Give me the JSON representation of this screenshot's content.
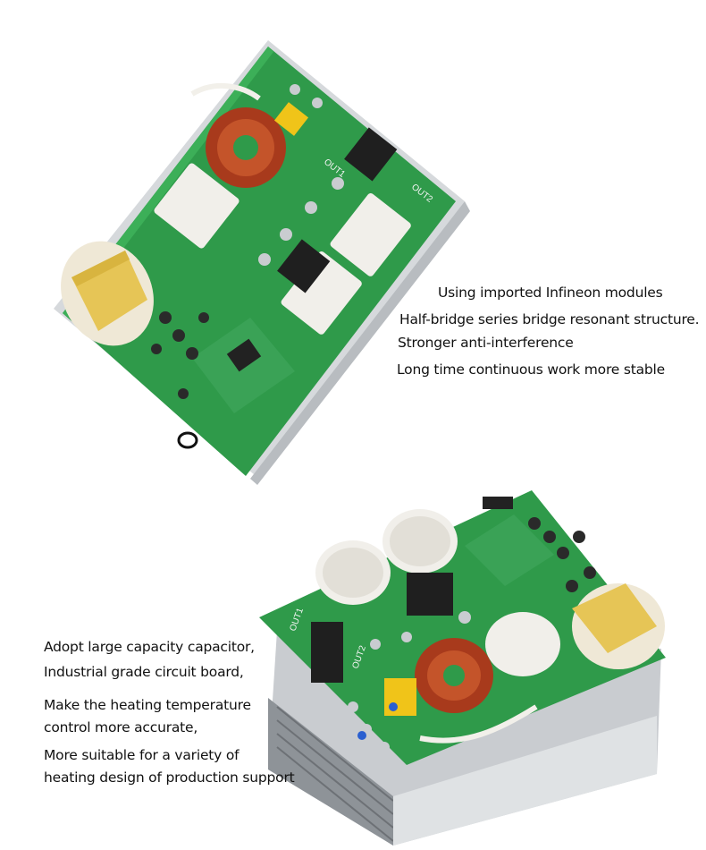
{
  "top_product": {
    "features": [
      "Using imported Infineon modules",
      "Half-bridge series bridge resonant structure.",
      "Stronger anti-interference",
      "Long time continuous work more stable"
    ],
    "silkscreen": [
      "OUT1",
      "OUT2"
    ]
  },
  "bottom_product": {
    "features": [
      "Adopt large capacity capacitor,",
      "Industrial grade circuit board,",
      "Make the heating temperature",
      "control more accurate,",
      "More suitable for a variety of",
      "heating design of production support"
    ],
    "silkscreen": [
      "OUT1",
      "OUT2"
    ]
  },
  "colors": {
    "pcb_green": "#2f9a4a",
    "heatsink": "#c9ccd0",
    "coil_copper": "#b3401f",
    "capacitor_white": "#f1efea",
    "transformer_yellow": "#e8c85a"
  }
}
